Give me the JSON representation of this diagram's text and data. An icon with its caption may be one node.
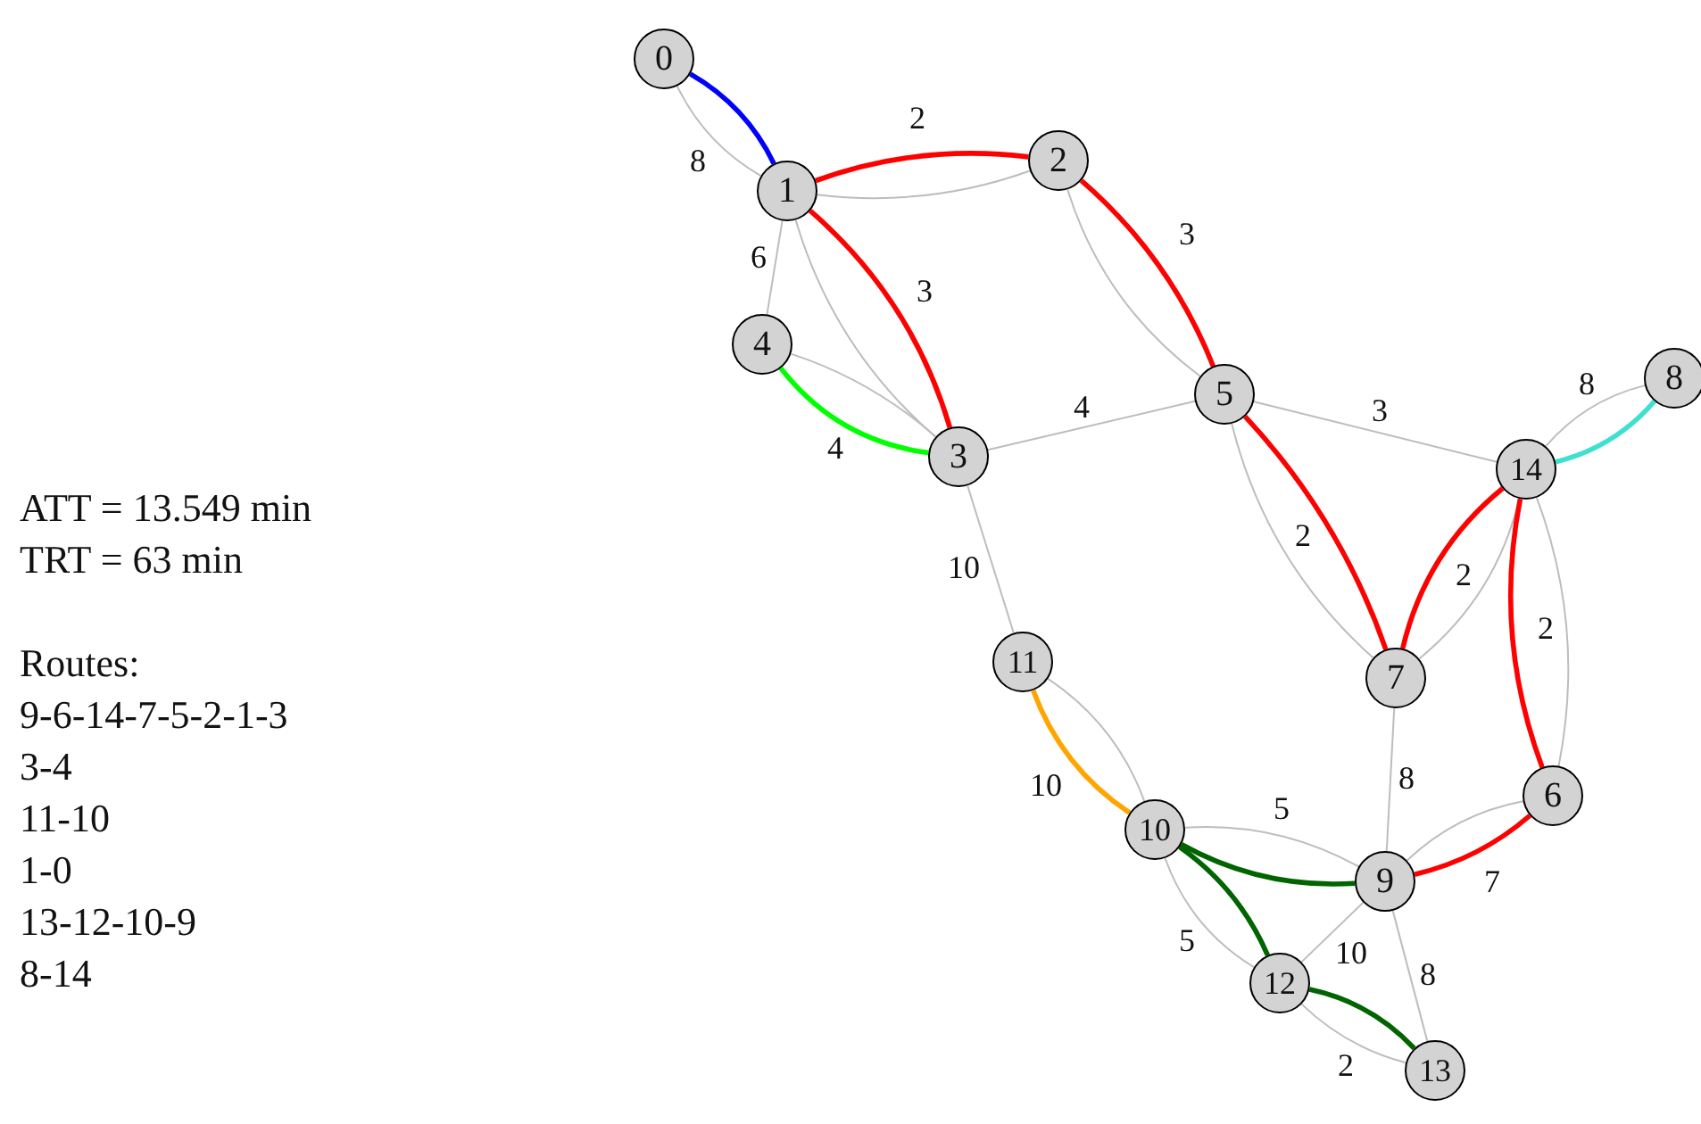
{
  "diagram": {
    "nodes": [
      {
        "text": [
          "0"
        ]
      },
      {
        "text": [
          "1"
        ]
      },
      {
        "text": [
          "2"
        ]
      },
      {
        "text": [
          "3"
        ]
      },
      {
        "text": [
          "4"
        ]
      },
      {
        "text": [
          "5"
        ]
      },
      {
        "text": [
          "6"
        ]
      },
      {
        "text": [
          "7"
        ]
      },
      {
        "text": [
          "8"
        ]
      },
      {
        "text": [
          "9"
        ]
      },
      {
        "text": [
          "10"
        ]
      },
      {
        "text": [
          "11"
        ]
      },
      {
        "text": [
          "12"
        ]
      },
      {
        "text": [
          "13"
        ]
      },
      {
        "text": [
          "14"
        ]
      }
    ],
    "edges": [
      {
        "from": 0,
        "to": 1,
        "arrow": "none",
        "label": "8"
      },
      {
        "from": 1,
        "to": 2,
        "arrow": "none"
      },
      {
        "from": 1,
        "to": 4,
        "arrow": "none",
        "label": "6"
      },
      {
        "from": 1,
        "to": 3,
        "arrow": "none"
      },
      {
        "from": 2,
        "to": 5,
        "arrow": "none"
      },
      {
        "from": 4,
        "to": 3,
        "arrow": "none"
      },
      {
        "from": 3,
        "to": 5,
        "arrow": "none",
        "label": "4"
      },
      {
        "from": 3,
        "to": 11,
        "arrow": "none",
        "label": "10"
      },
      {
        "from": 5,
        "to": 14,
        "arrow": "none",
        "label": "3"
      },
      {
        "from": 5,
        "to": 7,
        "arrow": "none",
        "label": "2"
      },
      {
        "from": 14,
        "to": 8,
        "arrow": "none",
        "label": "8"
      },
      {
        "from": 14,
        "to": 7,
        "arrow": "none",
        "label": "2"
      },
      {
        "from": 14,
        "to": 6,
        "arrow": "none",
        "label": "2"
      },
      {
        "from": 11,
        "to": 10,
        "arrow": "none"
      },
      {
        "from": 10,
        "to": 9,
        "arrow": "none",
        "label": "5"
      },
      {
        "from": 7,
        "to": 9,
        "arrow": "none",
        "label": "8"
      },
      {
        "from": 9,
        "to": 6,
        "arrow": "none"
      },
      {
        "from": 10,
        "to": 12,
        "arrow": "none",
        "label": "5"
      },
      {
        "from": 9,
        "to": 12,
        "arrow": "none",
        "label": "10"
      },
      {
        "from": 9,
        "to": 13,
        "arrow": "none",
        "label": "8"
      },
      {
        "from": 12,
        "to": 13,
        "arrow": "none",
        "label": "2"
      },
      {
        "from": 0,
        "to": 1,
        "arrow": "none",
        "style": "thick",
        "color": "#0000ff"
      },
      {
        "from": 1,
        "to": 2,
        "arrow": "none",
        "style": "thick",
        "color": "#ff0000",
        "label": "2"
      },
      {
        "from": 1,
        "to": 3,
        "arrow": "none",
        "style": "thick",
        "color": "#ff0000",
        "label": "3"
      },
      {
        "from": 2,
        "to": 5,
        "arrow": "none",
        "style": "thick",
        "color": "#ff0000",
        "label": "3"
      },
      {
        "from": 4,
        "to": 3,
        "arrow": "none",
        "style": "thick",
        "color": "#00ff00",
        "label": "4"
      },
      {
        "from": 5,
        "to": 7,
        "arrow": "none",
        "style": "thick",
        "color": "#ff0000"
      },
      {
        "from": 14,
        "to": 8,
        "arrow": "none",
        "style": "thick",
        "color": "#40e0d0"
      },
      {
        "from": 14,
        "to": 7,
        "arrow": "none",
        "style": "thick",
        "color": "#ff0000"
      },
      {
        "from": 14,
        "to": 6,
        "arrow": "none",
        "style": "thick",
        "color": "#ff0000"
      },
      {
        "from": 11,
        "to": 10,
        "arrow": "none",
        "style": "thick",
        "color": "#ffa500",
        "label": "10"
      },
      {
        "from": 10,
        "to": 9,
        "arrow": "none",
        "style": "thick",
        "color": "#006400"
      },
      {
        "from": 9,
        "to": 6,
        "arrow": "none",
        "style": "thick",
        "color": "#ff0000",
        "label": "7"
      },
      {
        "from": 10,
        "to": 12,
        "arrow": "none",
        "style": "thick",
        "color": "#006400"
      },
      {
        "from": 12,
        "to": 13,
        "arrow": "none",
        "style": "thick",
        "color": "#006400"
      }
    ],
    "labels": [
      "ATT = 13.549 min",
      "TRT = 63 min",
      "Routes:",
      "9-6-14-7-5-2-1-3",
      "3-4",
      "11-10",
      "1-0",
      "13-12-10-9",
      "8-14"
    ]
  }
}
